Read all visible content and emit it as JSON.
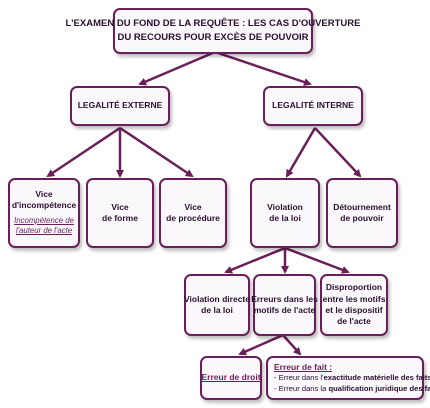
{
  "root": {
    "line1": "L'EXAMEN DU FOND DE LA REQUÊTE : LES CAS D'OUVERTURE",
    "line2": "DU RECOURS POUR EXCÈS DE POUVOIR"
  },
  "external": {
    "label": "LEGALITÉ EXTERNE"
  },
  "internal": {
    "label": "LEGALITÉ INTERNE"
  },
  "incompetence": {
    "line1": "Vice",
    "line2": "d'incompétence",
    "note1": "Incompétence de",
    "note2": "l'auteur de l'acte"
  },
  "forme": {
    "line1": "Vice",
    "line2": "de forme"
  },
  "procedure": {
    "line1": "Vice",
    "line2": "de procédure"
  },
  "violation": {
    "line1": "Violation",
    "line2": "de la loi"
  },
  "detournement": {
    "line1": "Détournement",
    "line2": "de pouvoir"
  },
  "violation_directe": {
    "line1": "Violation directe",
    "line2": "de la loi"
  },
  "erreurs_motifs": {
    "line1": "Erreurs dans les",
    "line2": "motifs de l'acte"
  },
  "disproportion": {
    "line1": "Disproportion",
    "line2": "entre les motifs",
    "line3": "et le dispositif",
    "line4": "de l'acte"
  },
  "erreur_droit": {
    "label": "Erreur de droit"
  },
  "erreur_fait": {
    "title": "Erreur de fait :",
    "item1_prefix": "- Erreur dans l'",
    "item1_bold": "exactitude matérielle des faits",
    "item2_prefix": "- Erreur dans la ",
    "item2_bold": "qualification juridique des faits"
  },
  "colors": {
    "stroke": "#6a1f5a",
    "fill": "#fbf8fb"
  }
}
